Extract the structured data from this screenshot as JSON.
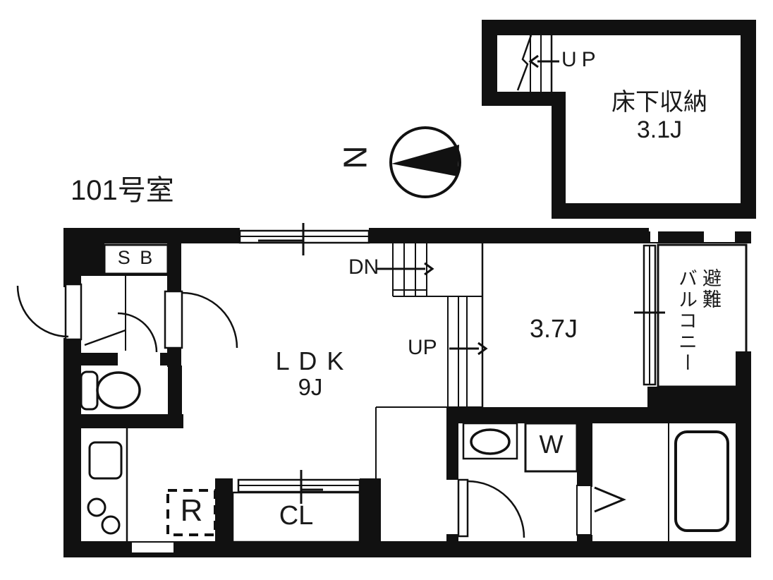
{
  "title": "101号室",
  "compass": {
    "north_label": "N"
  },
  "storage_unit": {
    "label": "床下収納",
    "size": "3.1J",
    "stairs_label": "UP"
  },
  "rooms": {
    "ldk": {
      "label": "L D K",
      "size": "9J"
    },
    "western_room": {
      "size": "3.7J"
    },
    "balcony": {
      "label_line1": "避難",
      "label_line2": "バルコニー"
    },
    "shoe_box_label": "S B",
    "closet_label": "CL",
    "refrigerator_label": "R",
    "washer_label": "W",
    "stairs_down_label": "DN",
    "stairs_up_label": "UP"
  },
  "colors": {
    "wall": "#111111",
    "background": "#ffffff",
    "text": "#1a1a1a"
  }
}
